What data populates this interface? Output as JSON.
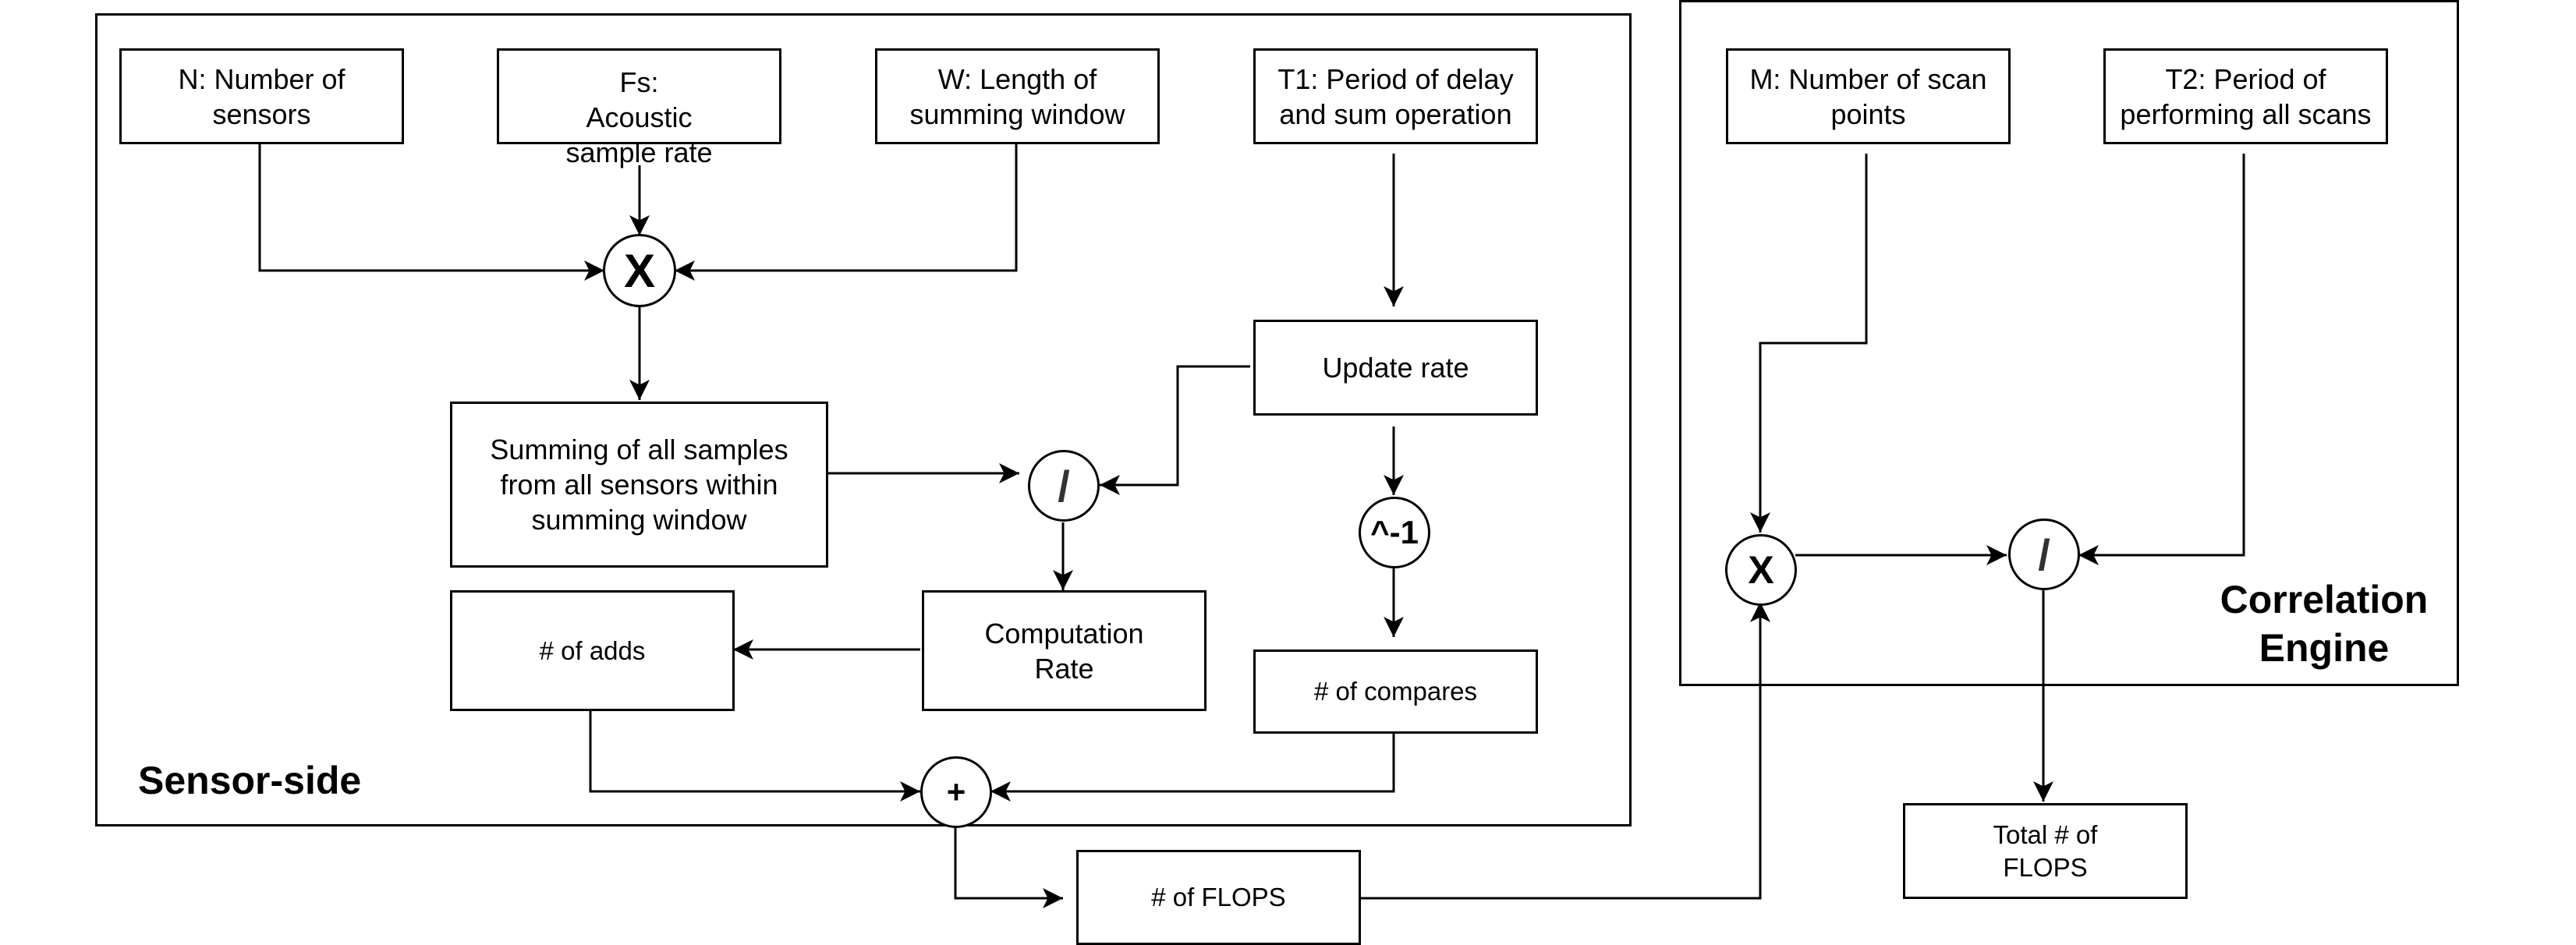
{
  "regions": {
    "sensor_side": "Sensor-side",
    "correlation_engine": "Correlation\nEngine"
  },
  "inputs": {
    "n_sensors": "N: Number of\nsensors",
    "fs": "Fs:\nAcoustic\nsample rate",
    "w": "W: Length of\nsumming window",
    "t1": "T1: Period of delay\nand sum operation",
    "m": "M: Number of scan\npoints",
    "t2": "T2: Period of\nperforming all scans"
  },
  "nodes": {
    "update_rate": "Update rate",
    "summing": "Summing of all samples\nfrom all sensors within\nsumming window",
    "num_adds": "# of adds",
    "computation_rate": "Computation\nRate",
    "num_compares": "# of compares",
    "num_flops": "# of FLOPS",
    "total_flops": "Total # of\nFLOPS"
  },
  "operators": {
    "multiply_sensor": "X",
    "divide_sensor": "/",
    "inverse": "^-1",
    "add": "+",
    "multiply_engine": "X",
    "divide_engine": "/"
  }
}
